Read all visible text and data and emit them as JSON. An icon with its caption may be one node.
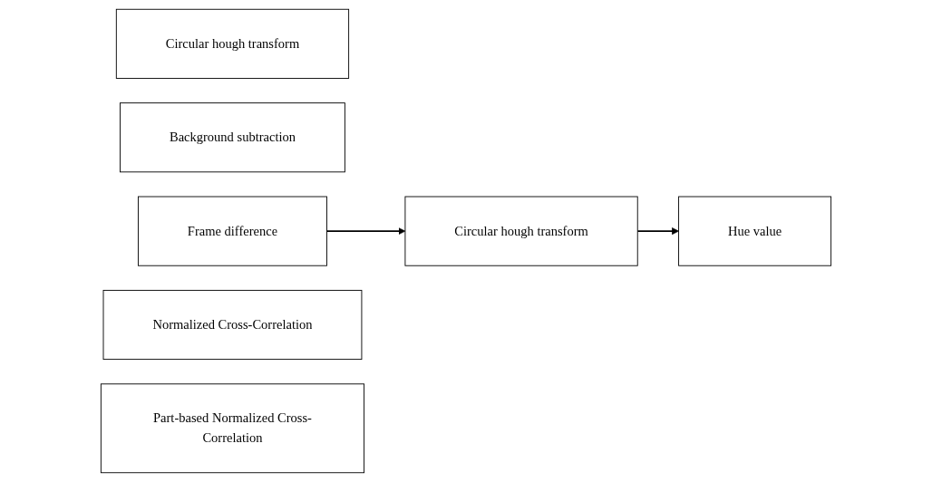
{
  "diagram": {
    "nodes": [
      {
        "text": [
          "Circular hough transform"
        ]
      },
      {
        "text": [
          "Background subtraction"
        ]
      },
      {
        "text": [
          "Frame difference"
        ]
      },
      {
        "text": [
          "Circular hough transform"
        ]
      },
      {
        "text": [
          "Hue value"
        ]
      },
      {
        "text": [
          "Normalized Cross-Correlation"
        ]
      },
      {
        "text": [
          "Part-based Normalized Cross-Correlation"
        ]
      }
    ],
    "edges": [
      {
        "from": 2,
        "to": 3,
        "arrow": "to"
      },
      {
        "from": 3,
        "to": 4,
        "arrow": "to"
      }
    ]
  }
}
